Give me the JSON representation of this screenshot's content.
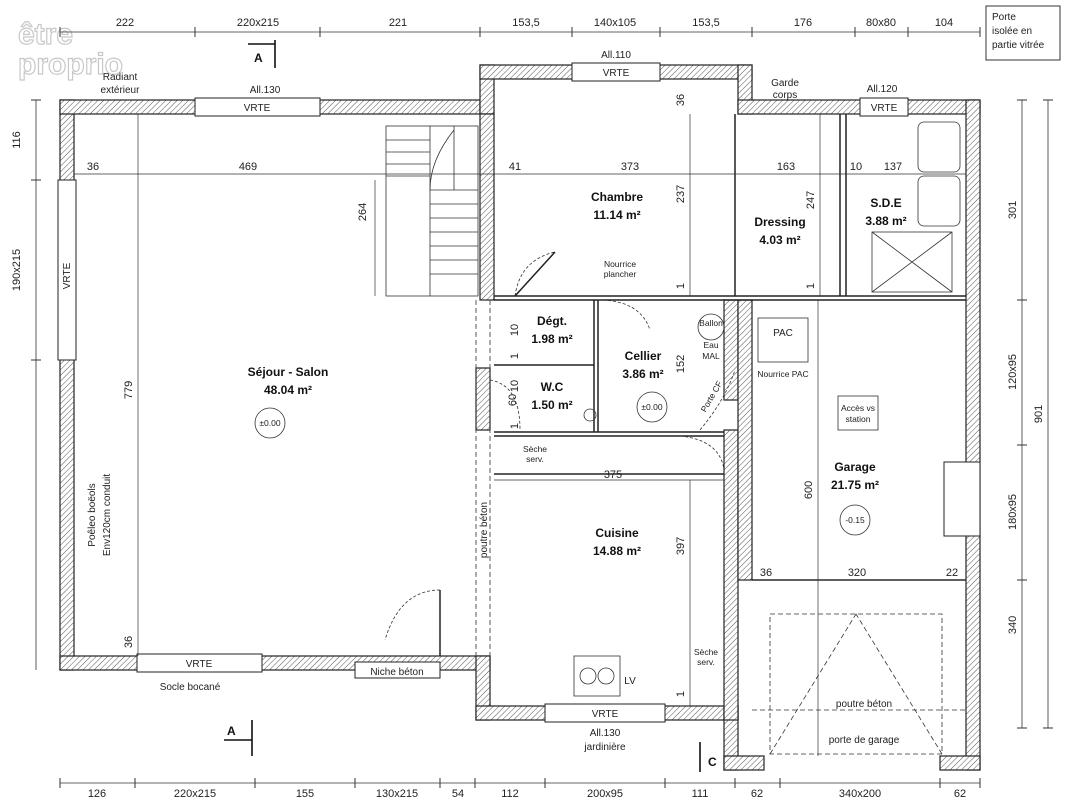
{
  "watermark": [
    "être",
    "proprio"
  ],
  "note_box": [
    "Porte",
    "isolée en",
    "partie vitrée"
  ],
  "dims_top": [
    "222",
    "220x215",
    "221",
    "153,5",
    "140x105",
    "153,5",
    "176",
    "80x80",
    "104"
  ],
  "dims_bottom": [
    "126",
    "220x215",
    "155",
    "130x215",
    "54",
    "112",
    "200x95",
    "111",
    "62",
    "340x200",
    "62"
  ],
  "dims_left": [
    "116",
    "190x215"
  ],
  "dims_right": [
    "301",
    "120x95",
    "901",
    "180x95",
    "340"
  ],
  "inner_dims": [
    "36",
    "469",
    "41",
    "373",
    "163",
    "10",
    "137",
    "264",
    "237",
    "247",
    "36",
    "779",
    "36",
    "10",
    "1",
    "10",
    "1",
    "60",
    "152",
    "375",
    "397",
    "600",
    "36",
    "320",
    "22",
    "1",
    "1",
    "1"
  ],
  "rooms": [
    {
      "name": "Séjour - Salon",
      "area": "48.04 m²"
    },
    {
      "name": "Chambre",
      "area": "11.14 m²"
    },
    {
      "name": "Dressing",
      "area": "4.03 m²"
    },
    {
      "name": "S.D.E",
      "area": "3.88 m²"
    },
    {
      "name": "Dégt.",
      "area": "1.98 m²"
    },
    {
      "name": "Cellier",
      "area": "3.86 m²"
    },
    {
      "name": "W.C",
      "area": "1.50 m²"
    },
    {
      "name": "Cuisine",
      "area": "14.88 m²"
    },
    {
      "name": "Garage",
      "area": "21.75 m²"
    }
  ],
  "levels": [
    "±0.00",
    "±0.00",
    "-0.15"
  ],
  "windows": [
    "VRTE",
    "VRTE",
    "VRTE",
    "VRTE",
    "VRTE",
    "VRTE"
  ],
  "labels": {
    "radiant": "Radiant",
    "exterieur": "extérieur",
    "all_130_top": "All.130",
    "all_110": "All.110",
    "garde": "Garde",
    "corps": "corps",
    "all_120": "All.120",
    "nourrice": "Nourrice",
    "plancher": "plancher",
    "ballon": "Ballon",
    "eau": "Eau",
    "mal": "MAL",
    "pac": "PAC",
    "nourrice_pac": "Nourrice PAC",
    "acces": "Accès vs",
    "station": "station",
    "porte_cf": "Porte CF",
    "seche_1": "Sèche",
    "serv_1": "serv.",
    "seche_2": "Sèche",
    "serv_2": "serv.",
    "poele": "Poêleo boëols",
    "env": "Env120cm conduit",
    "poutre_beton_v": "poutre béton",
    "poutre_beton_h": "poutre béton",
    "porte_garage": "porte de garage",
    "niche": "Niche béton",
    "socle": "Socle bocané",
    "all_130_bottom": "All.130",
    "jardiniere": "jardinière",
    "lv": "LV",
    "section_a": "A",
    "section_c": "C"
  }
}
